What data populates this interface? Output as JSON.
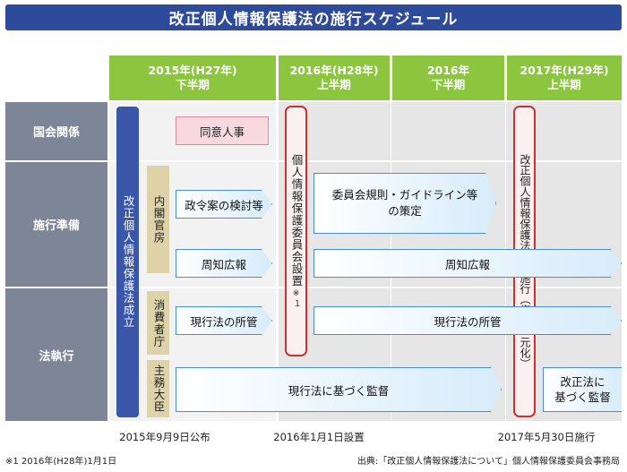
{
  "title": "改正個人情報保護法の施行スケジュール",
  "columns": [
    {
      "year": "2015年(H27年)",
      "half": "下半期"
    },
    {
      "year": "2016年(H28年)",
      "half": "上半期"
    },
    {
      "year": "2016年",
      "half": "下半期"
    },
    {
      "year": "2017年(H29年)",
      "half": "上半期"
    }
  ],
  "rows": {
    "r1": "国会関係",
    "r2": "施行準備",
    "r3": "法執行"
  },
  "milestones": {
    "enactment": "改正個人情報保護法成立",
    "commission": "個人情報保護委員会設置",
    "commission_note": "※１",
    "full_enforcement": "改正個人情報保護法全面施行（権限一元化）"
  },
  "actors": {
    "cabinet": "内閣官房",
    "consumer": "消費者庁",
    "minister": "主務大臣"
  },
  "items": {
    "approval": "同意人事",
    "cabinet_order": "政令案の検討等",
    "publicity_1": "周知広報",
    "rules_line1": "委員会規則・ガイドライン等",
    "rules_line2": "の策定",
    "publicity_2": "周知広報",
    "current_law_1": "現行法の所管",
    "current_law_2": "現行法の所管",
    "supervision": "現行法に基づく監督",
    "revised_sup_line1": "改正法に",
    "revised_sup_line2": "基づく監督"
  },
  "dates": {
    "d1": "2015年9月9日公布",
    "d2": "2016年1月1日設置",
    "d3": "2017年5月30日施行"
  },
  "footnote": "※1 2016年(H28年)1月1日",
  "source": "出典:「改正個人情報保護法について」個人情報保護委員会事務局"
}
